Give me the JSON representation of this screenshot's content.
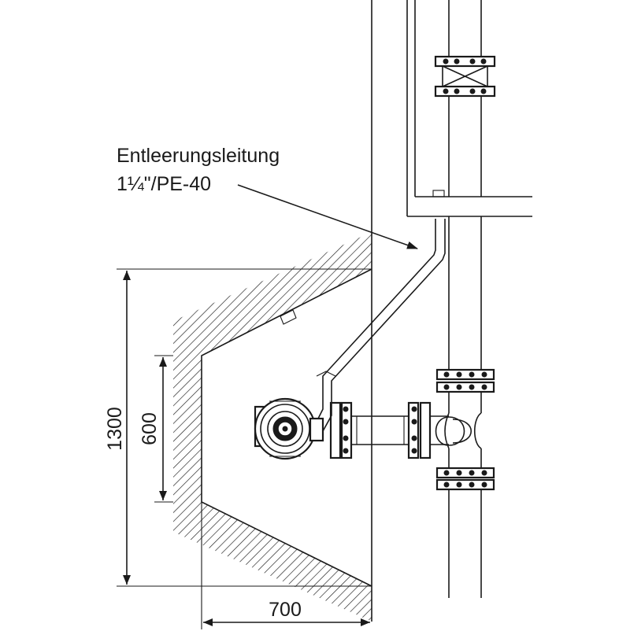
{
  "callout": {
    "line1": "Entleerungsleitung",
    "line2": "1¼\"/PE-40"
  },
  "dimensions": {
    "height_total": "1300",
    "height_opening": "600",
    "width": "700"
  },
  "colors": {
    "line": "#1a1a1a",
    "background": "#ffffff"
  }
}
